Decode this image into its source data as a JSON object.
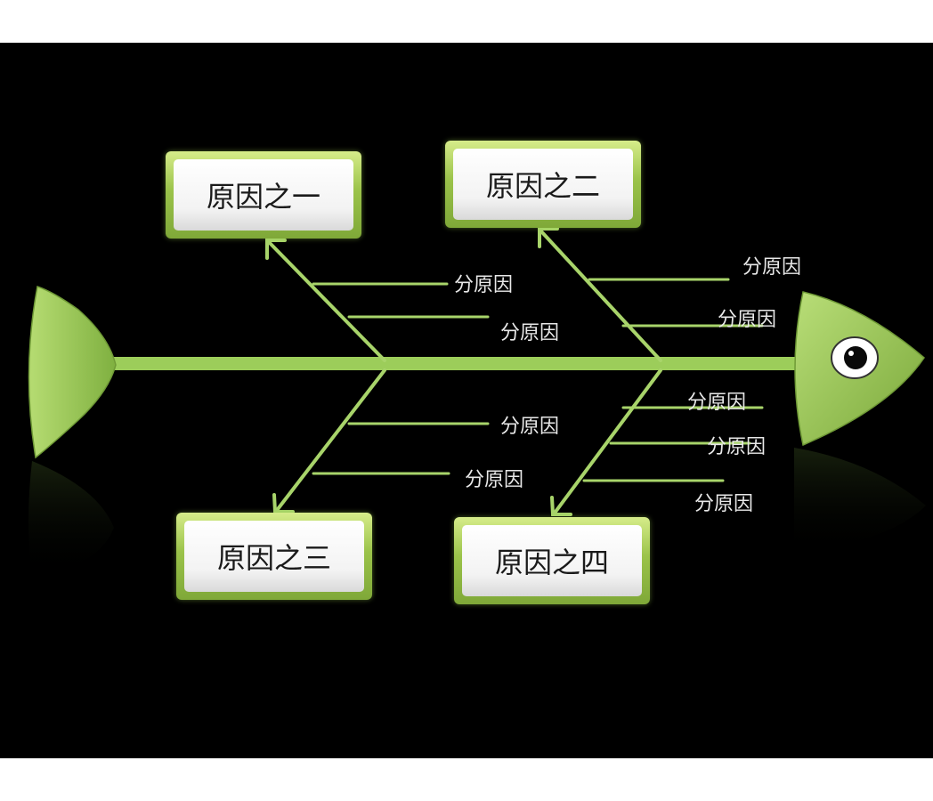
{
  "colors": {
    "background": "#000000",
    "fish_green": "#9ccd5a",
    "bone_green": "#a8d46a",
    "label_text": "#e8e8e8"
  },
  "causes": [
    {
      "label": "原因之一"
    },
    {
      "label": "原因之二"
    },
    {
      "label": "原因之三"
    },
    {
      "label": "原因之四"
    }
  ],
  "sub_causes": {
    "cause1": [
      "分原因",
      "分原因"
    ],
    "cause2": [
      "分原因",
      "分原因"
    ],
    "cause3": [
      "分原因",
      "分原因"
    ],
    "cause4": [
      "分原因",
      "分原因",
      "分原因"
    ]
  }
}
